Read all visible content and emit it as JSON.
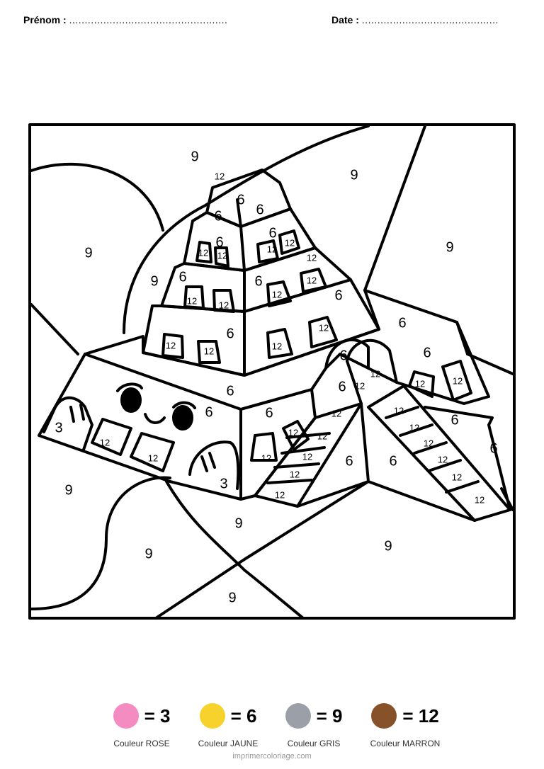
{
  "header": {
    "name_label": "Prénom :",
    "name_dots": "...................................................",
    "date_label": "Date :",
    "date_dots": "............................................"
  },
  "drawing": {
    "region_numbers": [
      "9",
      "9",
      "9",
      "9",
      "9",
      "9",
      "9",
      "9",
      "9",
      "9",
      "6",
      "6",
      "6",
      "6",
      "6",
      "6",
      "6",
      "6",
      "6",
      "6",
      "6",
      "6",
      "6",
      "6",
      "6",
      "6",
      "6",
      "6",
      "6",
      "6",
      "12",
      "12",
      "12",
      "12",
      "12",
      "12",
      "12",
      "12",
      "12",
      "12",
      "12",
      "12",
      "12",
      "12",
      "12",
      "12",
      "12",
      "12",
      "12",
      "12",
      "12",
      "12",
      "12",
      "12",
      "12",
      "12",
      "12",
      "12",
      "12",
      "12",
      "12",
      "12",
      "12",
      "3",
      "3"
    ]
  },
  "legend": {
    "items": [
      {
        "swatch_color": "#f48cc1",
        "equation": "= 3",
        "caption": "Couleur ROSE"
      },
      {
        "swatch_color": "#f7d22c",
        "equation": "= 6",
        "caption": "Couleur JAUNE"
      },
      {
        "swatch_color": "#9ba0a8",
        "equation": "= 9",
        "caption": "Couleur GRIS"
      },
      {
        "swatch_color": "#87512a",
        "equation": "= 12",
        "caption": "Couleur MARRON"
      }
    ]
  },
  "footer": {
    "site": "imprimercoloriage.com"
  }
}
